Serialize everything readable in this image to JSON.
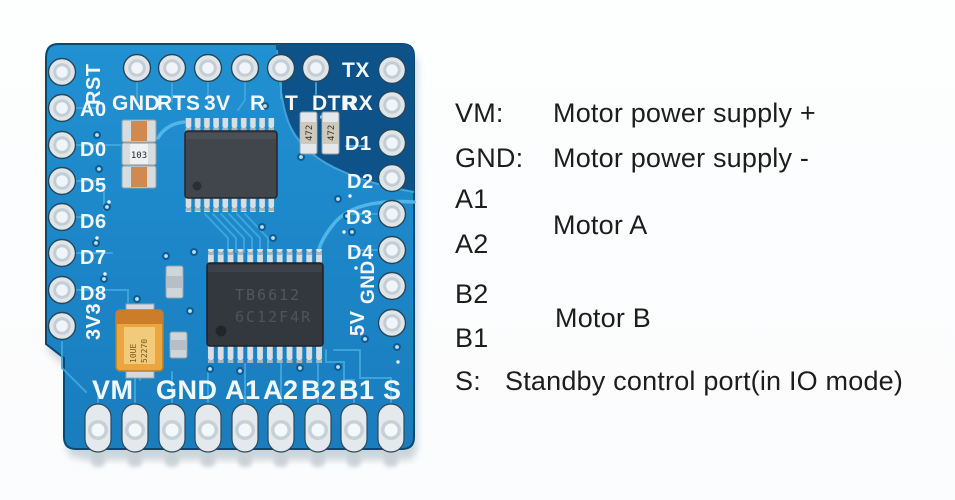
{
  "colors": {
    "board_blue": "#1c87c8",
    "board_dark_copper": "#0d5288",
    "trace_blue": "#45a9de",
    "silkscreen_white": "#f3f7fa",
    "legend_text": "#1d1d1d",
    "capacitor_orange": "#eca63f",
    "background": "#fdfefe"
  },
  "board": {
    "left_pins": [
      "RST",
      "A0",
      "D0",
      "D5",
      "D6",
      "D7",
      "D8",
      "3V3"
    ],
    "right_pins": [
      "TX",
      "RX",
      "D1",
      "D2",
      "D3",
      "D4",
      "GND",
      "5V"
    ],
    "top_pins": [
      "GND",
      "RTS",
      "3V",
      "R",
      "T",
      "DTR"
    ],
    "bottom_pads": [
      "VM",
      "GND",
      "A1",
      "A2",
      "B2",
      "B1",
      "S"
    ],
    "markings": {
      "resistor_472": "472",
      "resistor_103": "103",
      "cap_line1": "10UE",
      "cap_line2": "52270",
      "ic_line1": "TB6612",
      "ic_line2": "6C12F4R"
    }
  },
  "legend": {
    "vm_label": "VM:",
    "vm_desc": "Motor power supply +",
    "gnd_label": "GND:",
    "gnd_desc": "Motor power supply -",
    "a1": "A1",
    "a2": "A2",
    "motor_a": "Motor A",
    "b2": "B2",
    "b1": "B1",
    "motor_b": "Motor B",
    "s_label": "S:",
    "s_desc": "Standby control port(in IO mode)"
  }
}
